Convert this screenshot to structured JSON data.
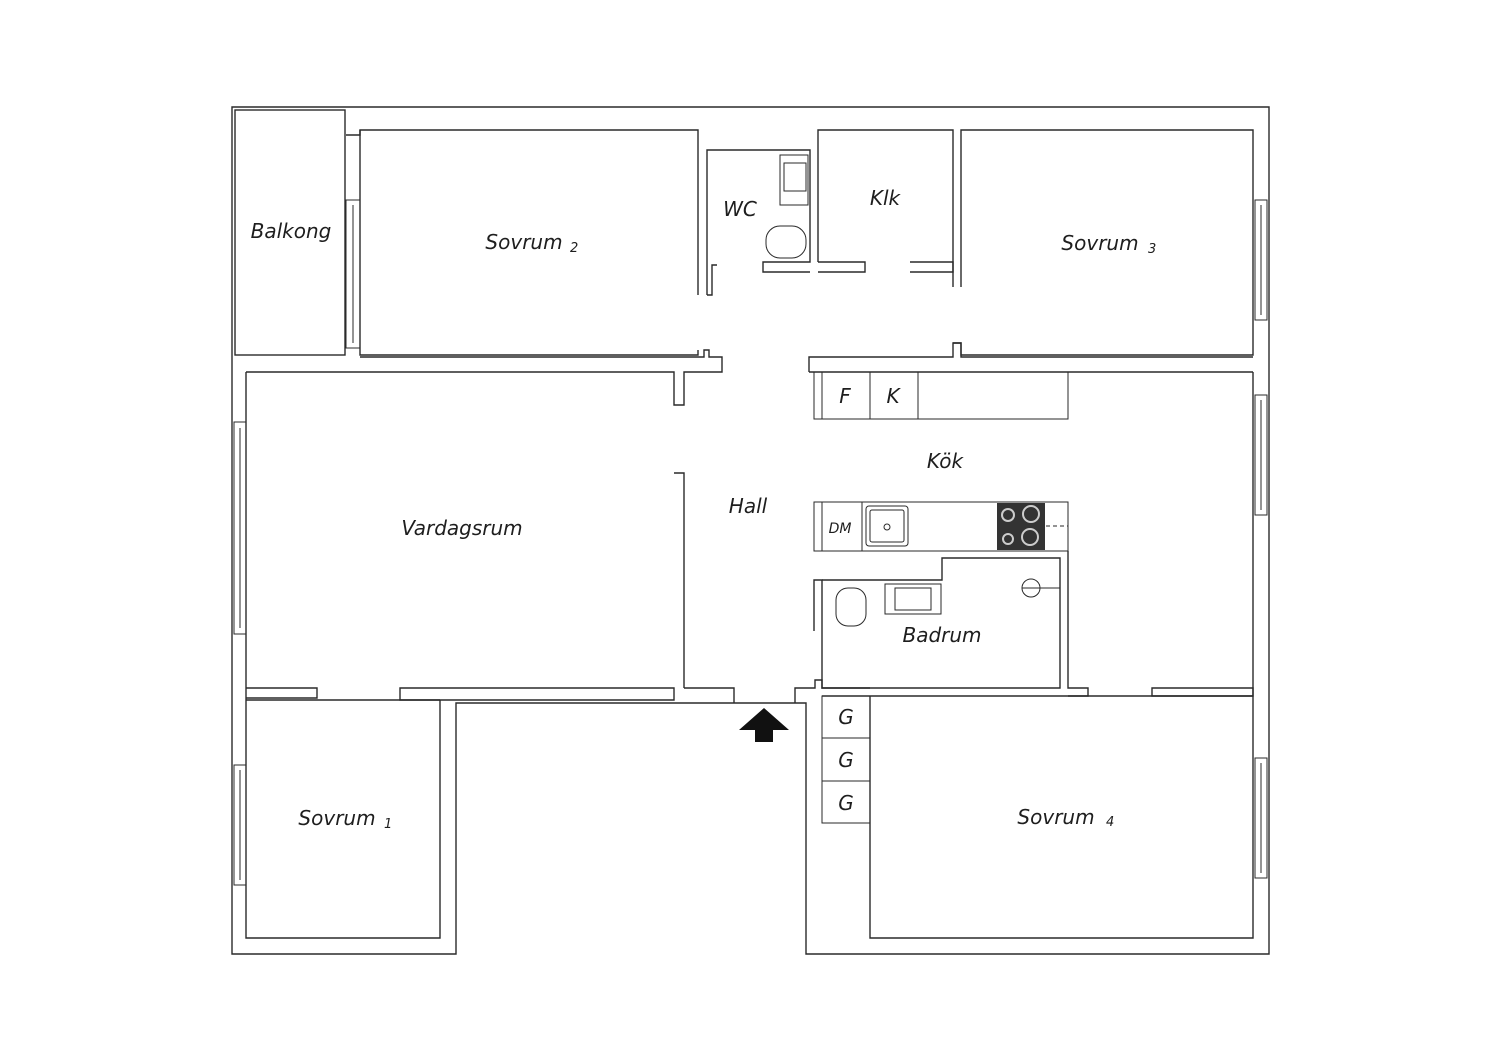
{
  "rooms": {
    "balkong": "Balkong",
    "sovrum2": {
      "name": "Sovrum",
      "num": "2"
    },
    "wc": "WC",
    "klk": "Klk",
    "sovrum3": {
      "name": "Sovrum",
      "num": "3"
    },
    "vardagsrum": "Vardagsrum",
    "hall": "Hall",
    "kok": "Kök",
    "badrum": "Badrum",
    "sovrum1": {
      "name": "Sovrum",
      "num": "1"
    },
    "sovrum4": {
      "name": "Sovrum",
      "num": "4"
    }
  },
  "fixtures": {
    "fridge": "F",
    "freezer": "K",
    "dishwasher": "DM",
    "wardrobe_1": "G",
    "wardrobe_2": "G",
    "wardrobe_3": "G"
  },
  "colors": {
    "wall": "#2a2a2a",
    "background": "#ffffff",
    "stove": "#333333"
  },
  "icons": {
    "entrance": "entrance-arrow-icon"
  }
}
